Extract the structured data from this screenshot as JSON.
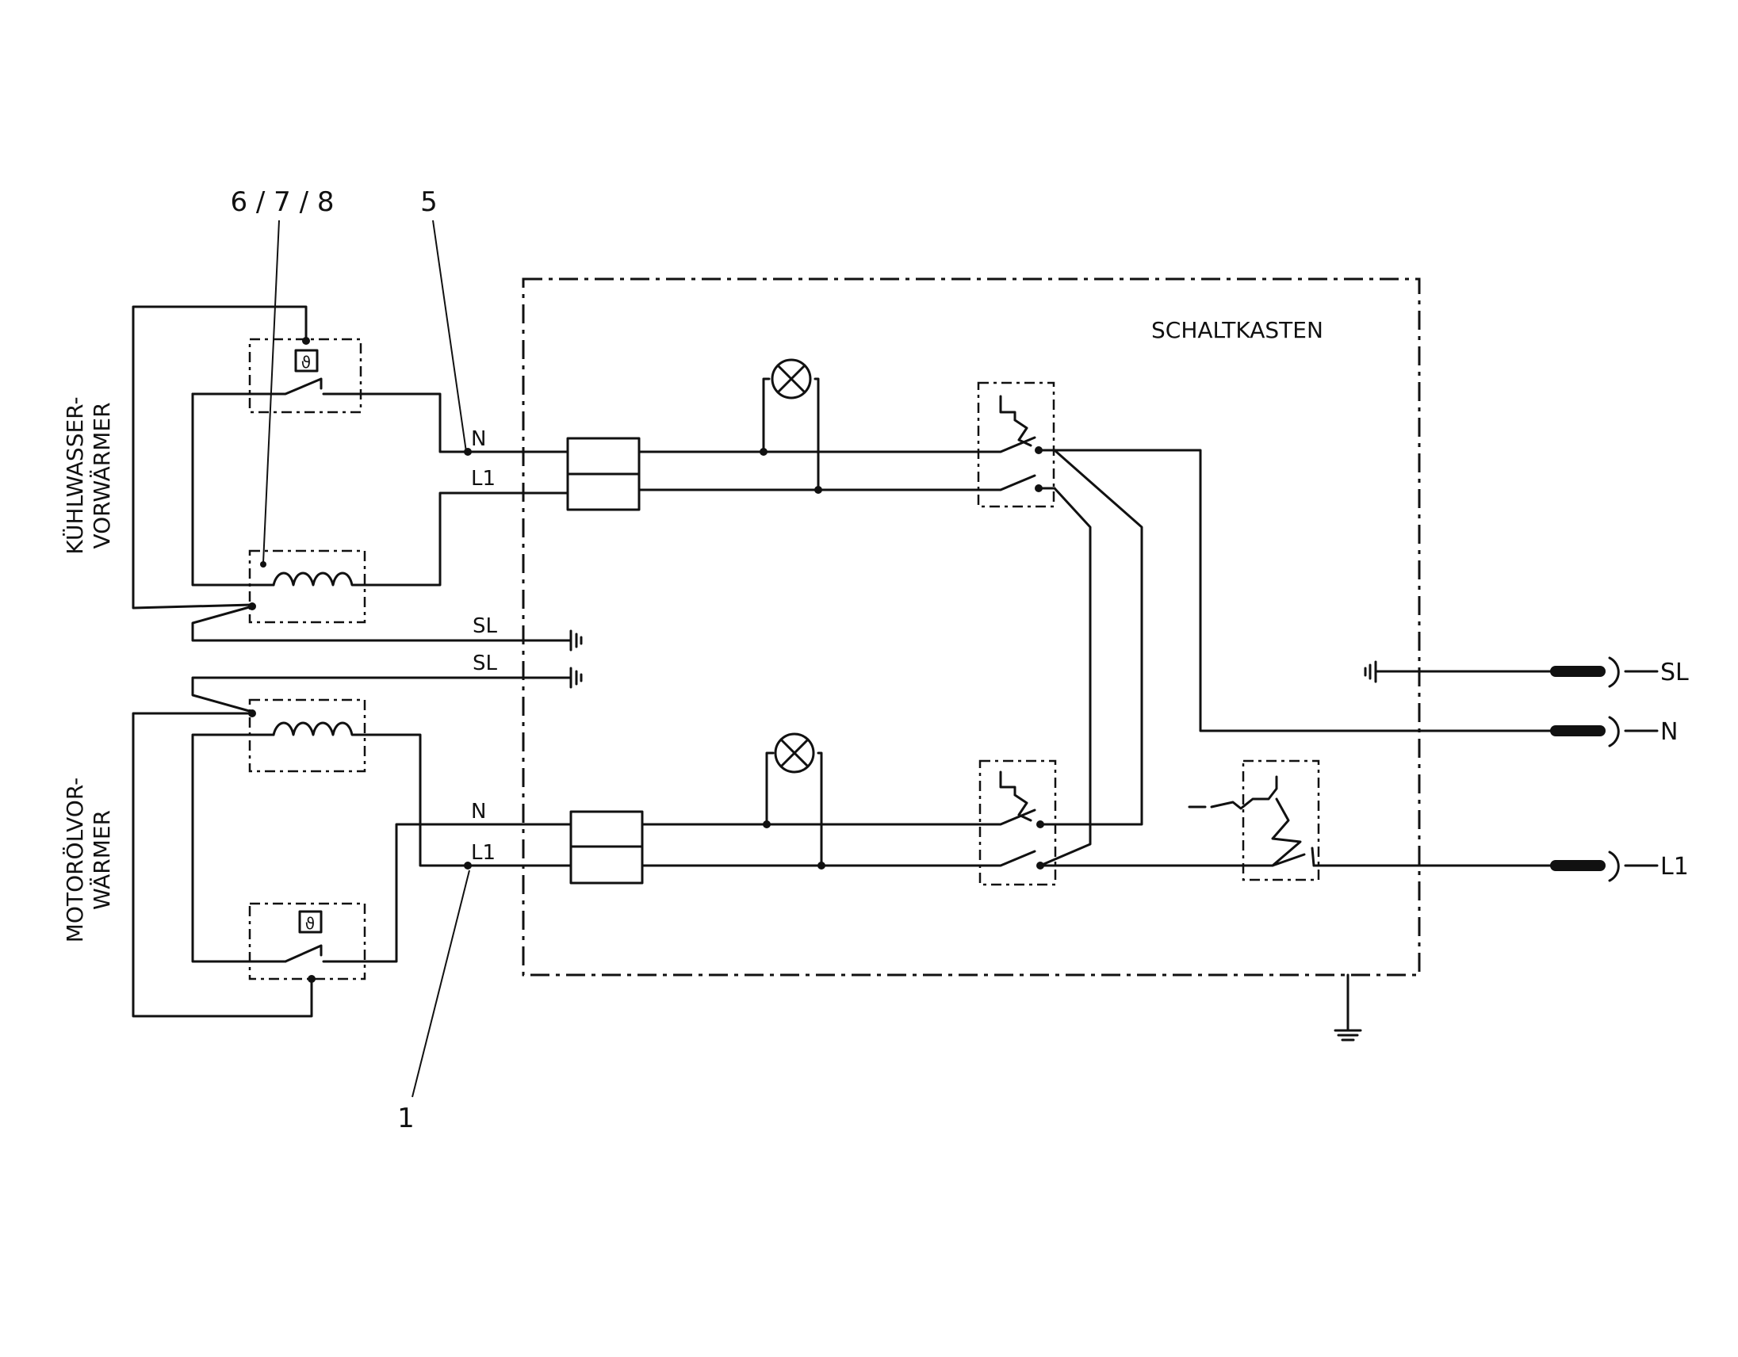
{
  "callouts": {
    "left_top": "6 / 7 / 8",
    "mid_top": "5",
    "bottom": "1"
  },
  "box_title": "SCHALTKASTEN",
  "side_labels": {
    "top_line1": "KÜHLWASSER-",
    "top_line2": "VORWÄRMER",
    "bottom_line1": "MOTORÖLVOR-",
    "bottom_line2": "WÄRMER"
  },
  "wire_labels": {
    "top_n": "N",
    "top_l1": "L1",
    "bottom_n": "N",
    "bottom_l1": "L1",
    "sl_1": "SL",
    "sl_2": "SL"
  },
  "terminals": {
    "sl": "SL",
    "n": "N",
    "l1": "L1"
  }
}
